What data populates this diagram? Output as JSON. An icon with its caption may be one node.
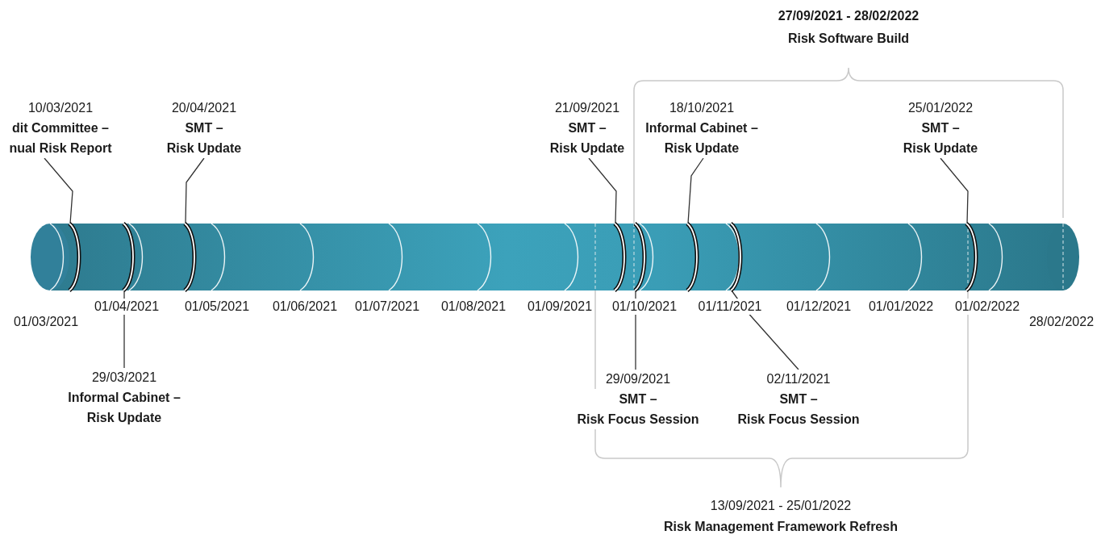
{
  "diagram": {
    "nodes": [
      {
        "text": [
          "10/03/2021",
          "dit Committee – nual Risk Report"
        ]
      },
      {
        "text": [
          "20/04/2021",
          "SMT – Risk Update"
        ]
      },
      {
        "text": [
          "21/09/2021",
          "SMT – Risk Update"
        ]
      },
      {
        "text": [
          "18/10/2021",
          "Informal Cabinet – Risk Update"
        ]
      },
      {
        "text": [
          "25/01/2022",
          "SMT – Risk Update"
        ]
      },
      {
        "text": [
          "29/03/2021",
          "Informal Cabinet – Risk Update"
        ]
      },
      {
        "text": [
          "29/09/2021",
          "SMT – Risk Focus Session"
        ]
      },
      {
        "text": [
          "02/11/2021",
          "SMT – Risk Focus Session"
        ]
      },
      {
        "text": [],
        "shape": "ring"
      },
      {
        "text": [],
        "shape": "ring"
      },
      {
        "text": [],
        "shape": "ring"
      },
      {
        "text": [],
        "shape": "ring"
      },
      {
        "text": [],
        "shape": "ring"
      },
      {
        "text": [],
        "shape": "ring"
      },
      {
        "text": [],
        "shape": "ring"
      },
      {
        "text": [],
        "shape": "ring"
      }
    ],
    "edges": [
      {
        "from": 0,
        "to": 8,
        "arrow": "none"
      },
      {
        "from": 1,
        "to": 10,
        "arrow": "none"
      },
      {
        "from": 2,
        "to": 11,
        "arrow": "none"
      },
      {
        "from": 3,
        "to": 13,
        "arrow": "none"
      },
      {
        "from": 4,
        "to": 15,
        "arrow": "none"
      },
      {
        "from": 5,
        "to": 9,
        "arrow": "none"
      },
      {
        "from": 6,
        "to": 12,
        "arrow": "none"
      },
      {
        "from": 7,
        "to": 14,
        "arrow": "none"
      }
    ],
    "labels": [
      "27/09/2021 - 28/02/2022",
      "Risk Software Build",
      "01/04/2021",
      "01/05/2021",
      "01/06/2021",
      "01/07/2021",
      "01/08/2021",
      "01/09/2021",
      "01/10/2021",
      "01/11/2021",
      "01/12/2021",
      "01/01/2022",
      "01/02/2022",
      "01/03/2021",
      "28/02/2022",
      "13/09/2021 - 25/01/2022",
      "Risk Management Framework Refresh"
    ]
  }
}
